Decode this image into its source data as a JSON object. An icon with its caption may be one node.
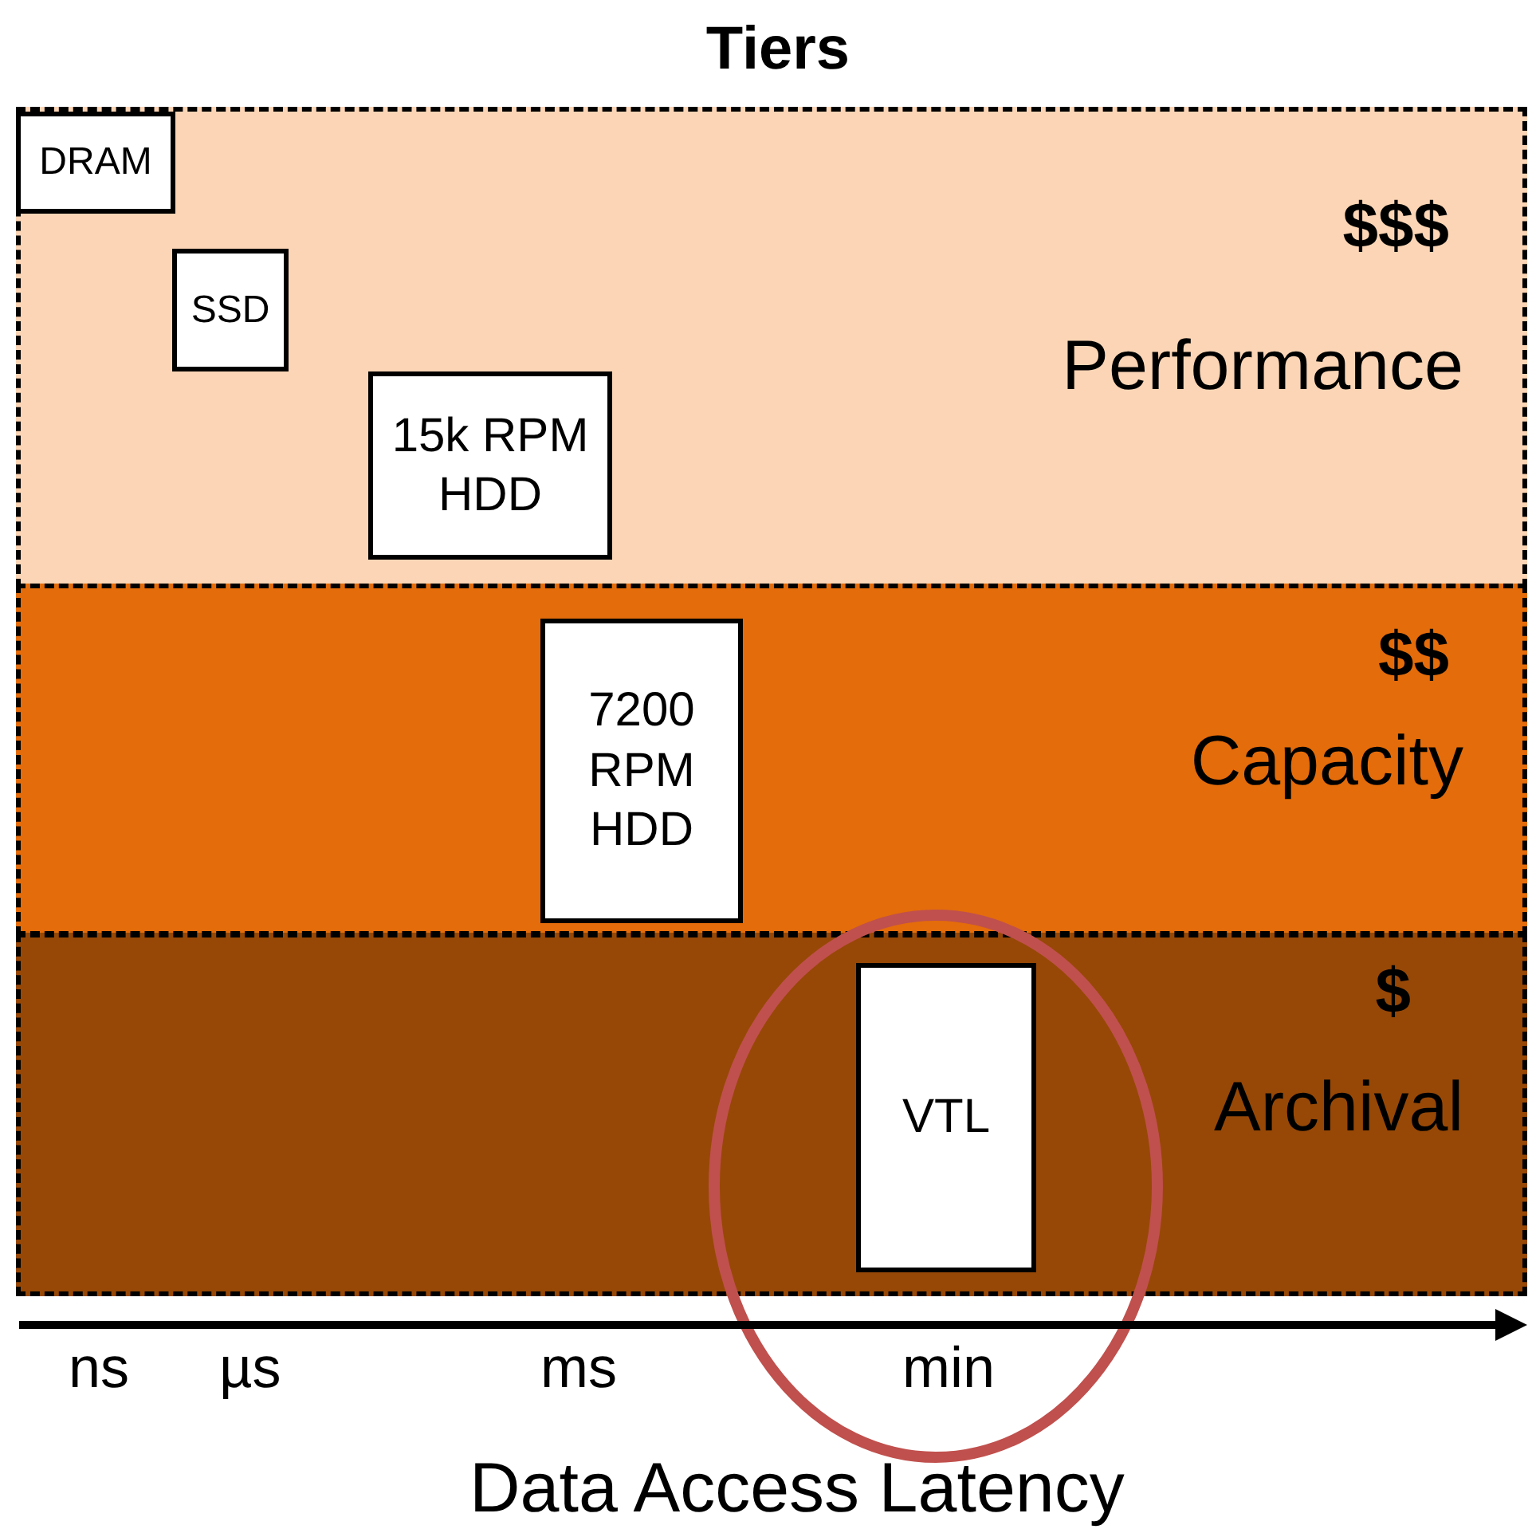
{
  "diagram": {
    "title": "Tiers",
    "nodes": [
      {
        "text": [
          "$$$",
          "Performance"
        ]
      },
      {
        "text": [
          "DRAM"
        ],
        "in": 0
      },
      {
        "text": [
          "SSD"
        ],
        "in": 0
      },
      {
        "text": [
          "15k RPM HDD"
        ],
        "in": 0
      },
      {
        "text": [
          "$$",
          "Capacity"
        ]
      },
      {
        "text": [
          "7200 RPM HDD"
        ],
        "in": 4
      },
      {
        "text": [
          "$",
          "Archival"
        ]
      },
      {
        "text": [
          "VTL"
        ],
        "in": 6
      }
    ],
    "labels": [
      "ns",
      "µs",
      "ms",
      "min",
      "Data Access Latency"
    ]
  }
}
